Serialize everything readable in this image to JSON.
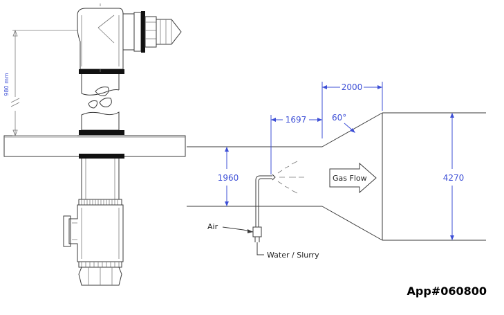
{
  "labels": {
    "gas_flow": "Gas Flow",
    "air": "Air",
    "water_slurry": "Water / Slurry",
    "app_code": "App#060800"
  },
  "dimensions": {
    "vertical_mm": "980 mm",
    "d_1697": "1697",
    "d_2000": "2000",
    "angle": "60°",
    "d_1960": "1960",
    "d_4270": "4270"
  },
  "colors": {
    "dimension": "#3d4fd6",
    "line": "#3a3a3a",
    "band": "#111111"
  },
  "icons": {
    "flow_arrow": "right-arrow-outline"
  }
}
